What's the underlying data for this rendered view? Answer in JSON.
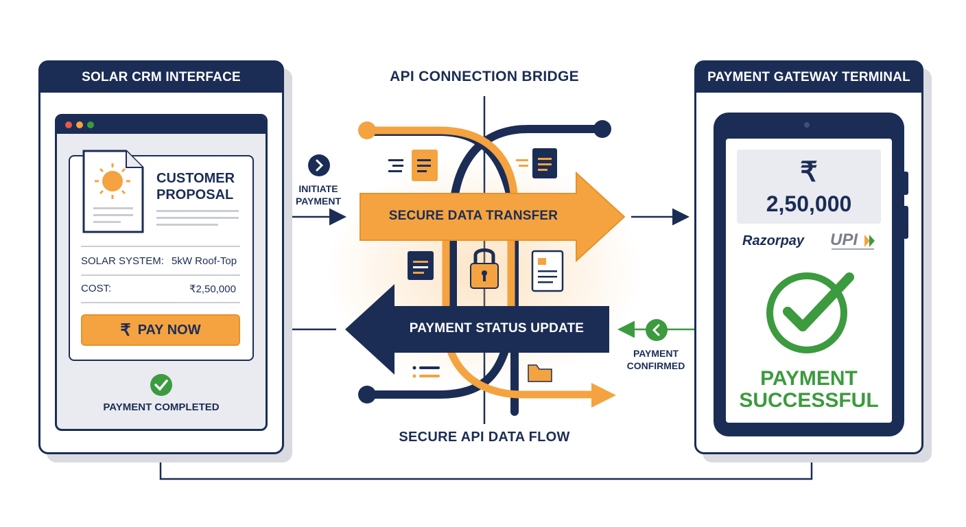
{
  "left_panel": {
    "header": "SOLAR CRM INTERFACE",
    "proposal_title_line1": "CUSTOMER",
    "proposal_title_line2": "PROPOSAL",
    "system_label": "SOLAR SYSTEM:",
    "system_value": "5kW Roof-Top",
    "cost_label": "COST:",
    "cost_value": "₹2,50,000",
    "pay_icon": "₹",
    "pay_label": "PAY NOW",
    "completed_label": "PAYMENT COMPLETED"
  },
  "bridge": {
    "title": "API CONNECTION BRIDGE",
    "forward_label": "SECURE DATA TRANSFER",
    "back_label": "PAYMENT STATUS UPDATE",
    "footer": "SECURE API DATA FLOW",
    "initiate_line1": "INITIATE",
    "initiate_line2": "PAYMENT",
    "confirmed_line1": "PAYMENT",
    "confirmed_line2": "CONFIRMED"
  },
  "right_panel": {
    "header": "PAYMENT GATEWAY TERMINAL",
    "currency_symbol": "₹",
    "amount": "2,50,000",
    "brand_razorpay": "Razorpay",
    "brand_upi": "UPI",
    "success_line1": "PAYMENT",
    "success_line2": "SUCCESSFUL"
  },
  "colors": {
    "navy": "#1b2d55",
    "orange": "#f4a340",
    "green": "#3c9a3f",
    "light_gray": "#e9ebf0"
  }
}
